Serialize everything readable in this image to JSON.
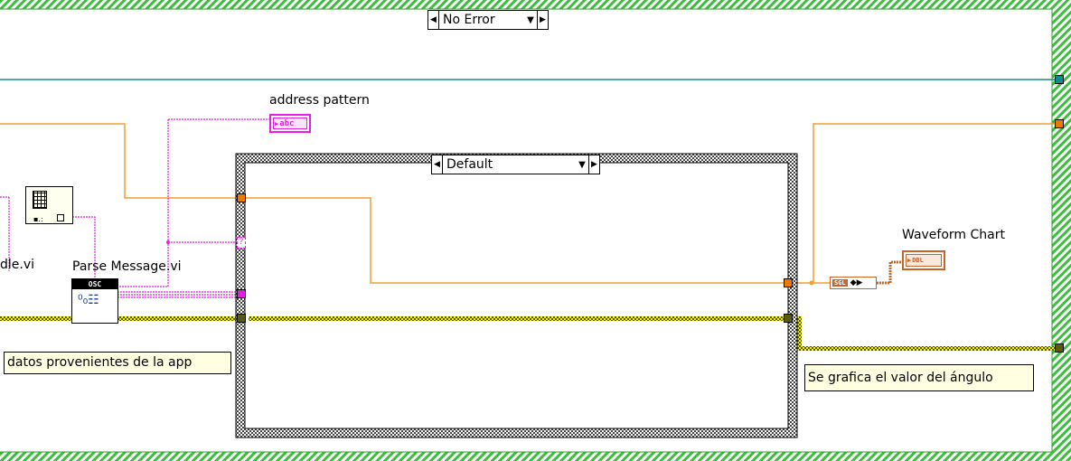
{
  "outer_case": {
    "selector_value": "No Error"
  },
  "inner_case": {
    "selector_value": "Default"
  },
  "labels": {
    "address_pattern": "address pattern",
    "waveform_chart": "Waveform Chart",
    "parse_message": "Parse Message.vi",
    "handle_vi_fragment": "dle.vi"
  },
  "comments": {
    "left": "datos provenientes de la app",
    "right": "Se grafica el valor del ángulo"
  },
  "icons": {
    "string_indicator": "abc",
    "waveform_indicator": "DBL",
    "osc_header": "OSC",
    "sgl_conversion": "SGL",
    "unknown_tunnel": "?"
  },
  "colors": {
    "wire_orange": "#f0a030",
    "wire_pink": "#e61ee6",
    "wire_teal": "#138c8c",
    "wire_olive": "#6b6b00",
    "case_hatch_green": "#28b428",
    "comment_bg": "#ffffe1"
  }
}
